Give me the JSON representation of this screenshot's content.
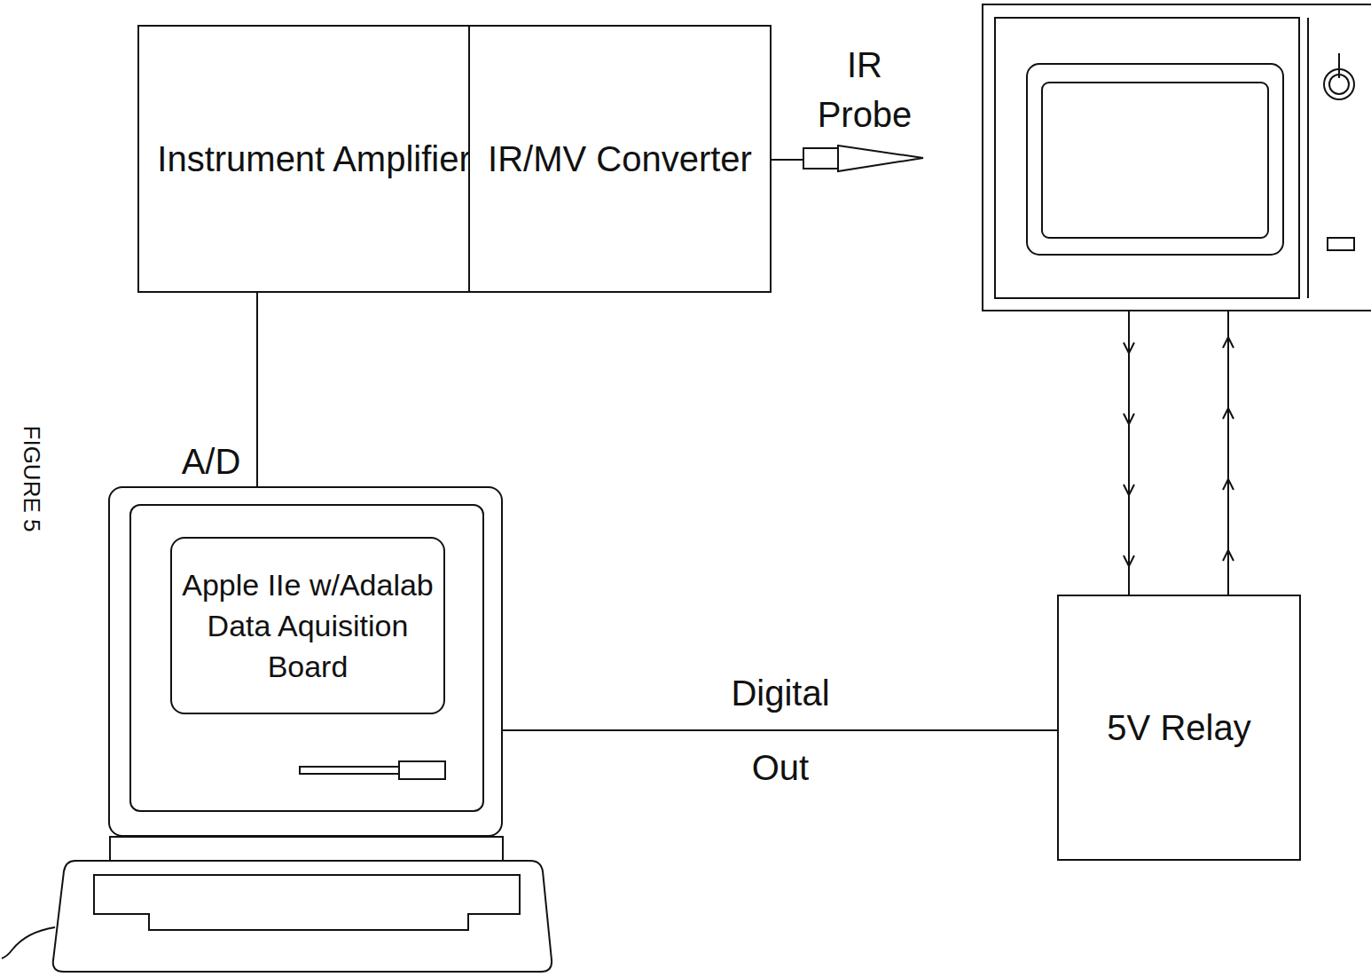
{
  "diagram": {
    "nodes": [
      {
        "text": [
          "Instrument Amplifier"
        ]
      },
      {
        "text": [
          "IR/MV Converter"
        ]
      },
      {
        "text": [
          "IR Probe"
        ]
      },
      {
        "text": [
          "Apple IIe w/Adalab Data Aquisition Board"
        ]
      },
      {
        "text": [
          "5V Relay"
        ]
      }
    ],
    "edges": [
      {
        "from": 0,
        "to": 1,
        "arrow": "none"
      },
      {
        "from": 1,
        "to": 2,
        "arrow": "none"
      },
      {
        "from": 0,
        "to": 3,
        "label": "A/D",
        "arrow": "none"
      },
      {
        "from": 3,
        "to": 4,
        "label": "Digital Out",
        "arrow": "none"
      }
    ],
    "labels": [
      "FIGURE 5"
    ]
  }
}
